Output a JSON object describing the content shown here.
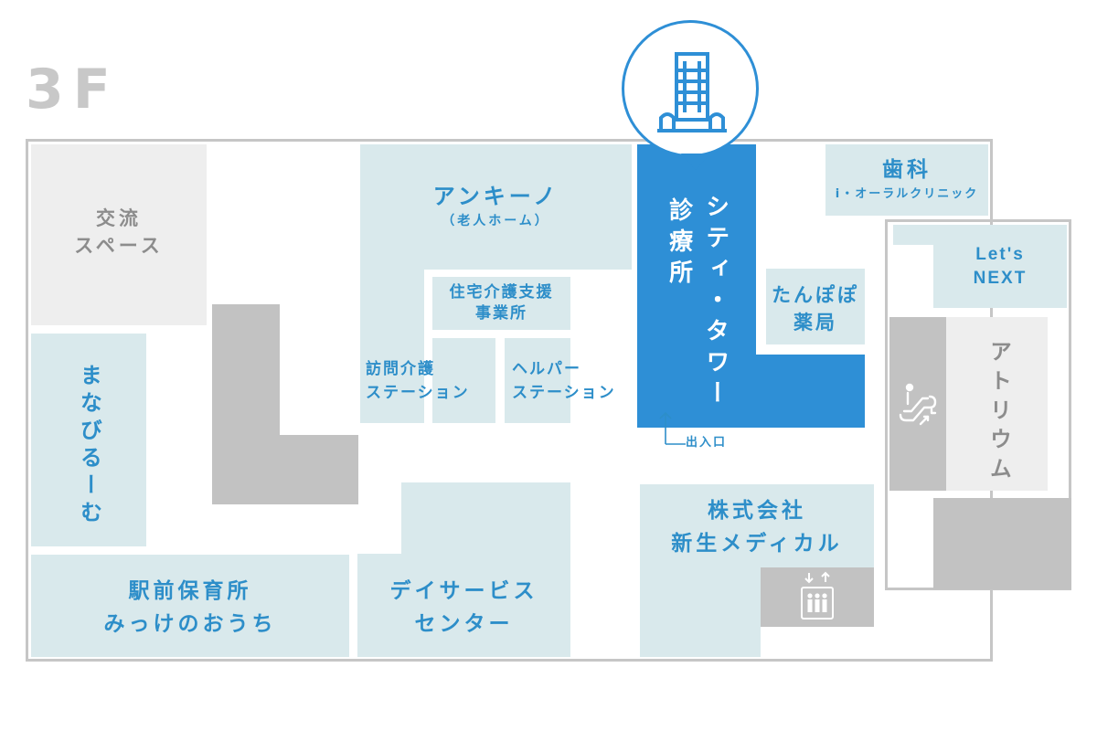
{
  "floor": "3F",
  "areas": {
    "kouryu": "交流\nスペース",
    "manabi": "まなびるーむ",
    "ankino": "アンキーノ",
    "ankino_sub": "（老人ホーム）",
    "jutaku": "住宅介護支援\n事業所",
    "houmon": "訪問介護\nステーション",
    "helper": "ヘルパー\nステーション",
    "city_tower": "シティ・タワー",
    "shinryoujo": "診療所",
    "entrance": "出入口",
    "shika": "歯科",
    "shika_sub": "i・オーラルクリニック",
    "lets": "Let's\nNEXT",
    "tanpopo": "たんぽぽ\n薬局",
    "atrium": "アトリウム",
    "eki": "駅前保育所\nみっけのおうち",
    "day": "デイサービス\nセンター",
    "shinsei": "株式会社\n新生メディカル"
  },
  "icons": {
    "tower": "building-icon",
    "escalator": "escalator-icon",
    "elevator": "elevator-icon"
  },
  "colors": {
    "accent": "#2e8fd6",
    "room": "#d9e9ec",
    "neutral": "#eeeeee",
    "structure": "#c2c2c2"
  }
}
